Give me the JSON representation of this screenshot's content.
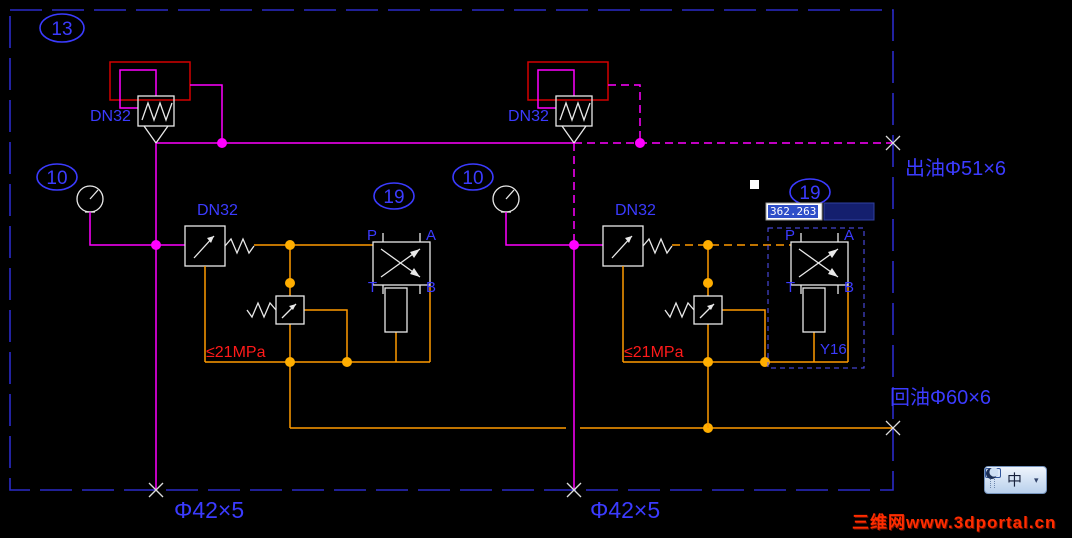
{
  "colors": {
    "background": "#000000",
    "border_blue": "#2a2ac8",
    "text_blue": "#3b3bff",
    "magenta": "#ff00ff",
    "orange": "#ff9a00",
    "red": "#ff1a1a",
    "white": "#e9e9e9"
  },
  "balloons": {
    "b13": "13",
    "b10": "10",
    "b19": "19"
  },
  "labels": {
    "dn32": "DN32",
    "outlet_pipe": "出油Φ51×6",
    "return_pipe": "回油Φ60×6",
    "pump_pipe": "Φ42×5",
    "pressure_limit": "≤21MPa",
    "solenoid_tag": "Y16"
  },
  "ports": {
    "p": "P",
    "a": "A",
    "t": "T",
    "b": "B"
  },
  "dynamic_input": {
    "value": "362.263"
  },
  "language_bar": {
    "ime_mode": "中"
  },
  "watermark": {
    "text": "三维网www.3dportal.cn"
  }
}
